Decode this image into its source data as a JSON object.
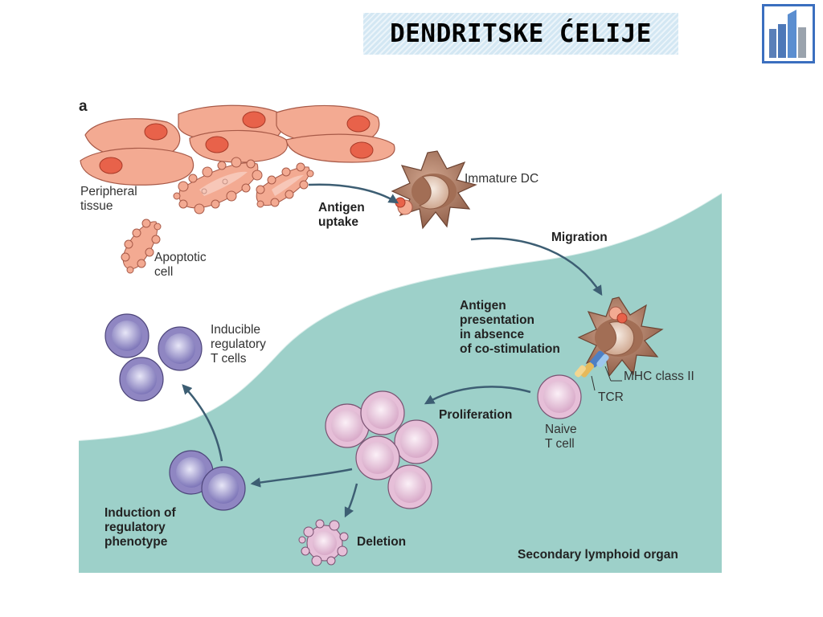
{
  "slide": {
    "title": "DENDRITSKE ĆELIJE",
    "logo_icon": "city-buildings-logo-icon"
  },
  "diagram": {
    "panel_letter": "a",
    "labels": {
      "peripheral_tissue": "Peripheral\ntissue",
      "apoptotic_cell": "Apoptotic\ncell",
      "antigen_uptake": "Antigen\nuptake",
      "immature_dc": "Immature DC",
      "migration": "Migration",
      "antigen_presentation": "Antigen\npresentation\nin absence\nof co-stimulation",
      "mhc_class_ii": "MHC class II",
      "tcr": "TCR",
      "naive_t_cell": "Naive\nT cell",
      "proliferation": "Proliferation",
      "inducible_regulatory_t_cells": "Inducible\nregulatory\nT cells",
      "induction_of_regulatory_phenotype": "Induction of\nregulatory\nphenotype",
      "deletion": "Deletion",
      "secondary_lymphoid_organ": "Secondary lymphoid organ"
    },
    "colors": {
      "tissue_cell": "#f3aa92",
      "nucleus": "#e8624a",
      "dendritic_cell": "#a26e55",
      "lymphoid_region": "#9dd0c9",
      "naive_t_cell": "#e6bfd8",
      "regulatory_t_cell": "#8f86c2",
      "arrow": "#3d5e73"
    }
  }
}
